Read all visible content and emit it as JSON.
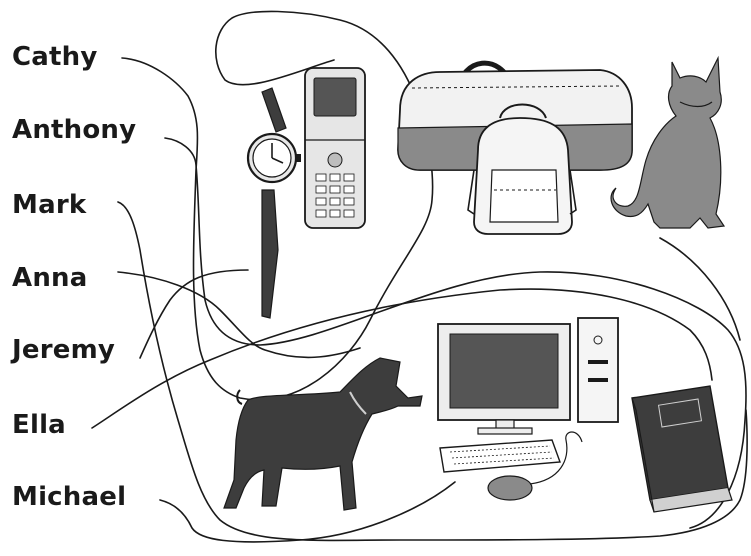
{
  "names": [
    "Cathy",
    "Anthony",
    "Mark",
    "Anna",
    "Jeremy",
    "Ella",
    "Michael"
  ],
  "items": [
    "watch-icon",
    "flip-phone-icon",
    "handbag-icon",
    "backpack-icon",
    "cat-icon",
    "dog-icon",
    "computer-icon",
    "book-icon"
  ],
  "colors": {
    "ink": "#1a1a1a",
    "dark-fill": "#3d3d3d",
    "mid-fill": "#7a7a7a",
    "light-fill": "#c8c8c8",
    "paper": "#ffffff"
  }
}
